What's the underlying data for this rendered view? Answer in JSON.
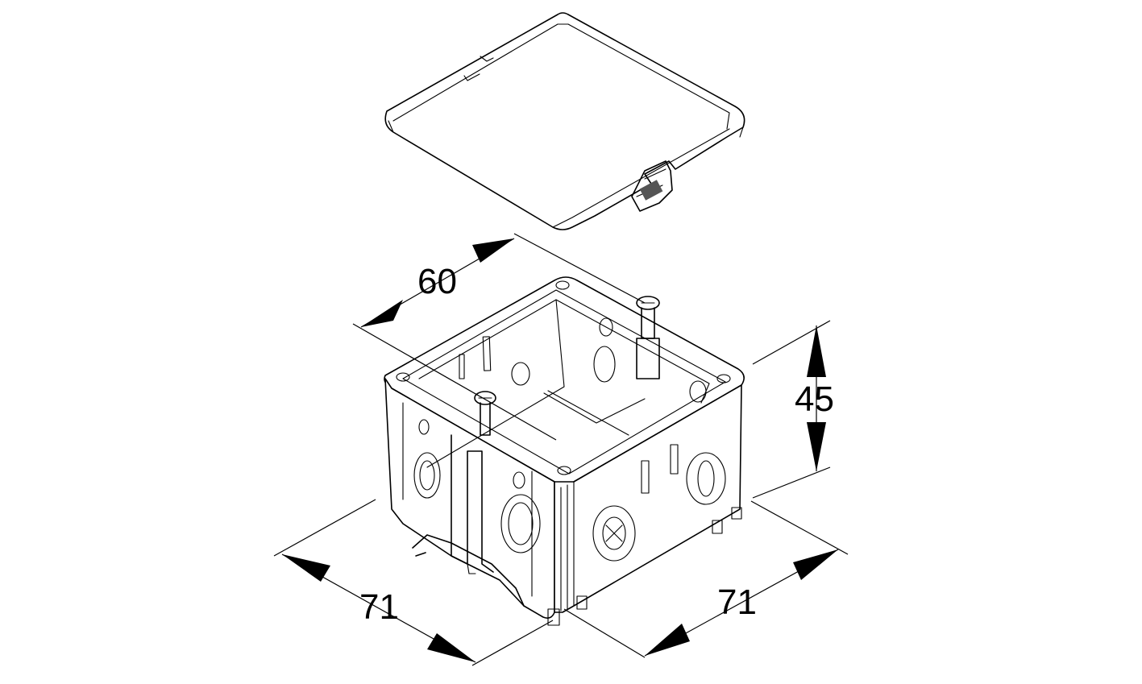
{
  "dimensions": {
    "top_width": "60",
    "height": "45",
    "base_left": "71",
    "base_right": "71"
  }
}
